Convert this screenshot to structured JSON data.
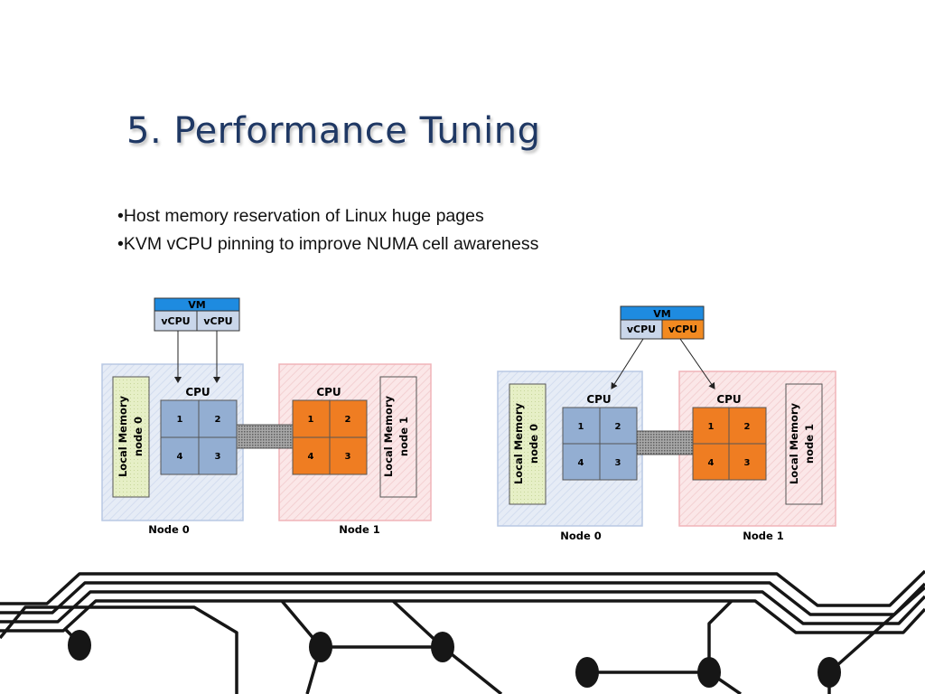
{
  "title": "5. Performance Tuning",
  "bullets": [
    "•Host memory reservation of Linux huge pages",
    "•KVM vCPU pinning to improve NUMA cell awareness"
  ],
  "diagram_left": {
    "vm_label": "VM",
    "vcpu_labels": [
      "vCPU",
      "vCPU"
    ],
    "cpu0_label": "CPU",
    "cpu1_label": "CPU",
    "cores0": [
      "1",
      "2",
      "4",
      "3"
    ],
    "cores1": [
      "1",
      "2",
      "4",
      "3"
    ],
    "mem0_line1": "Local Memory",
    "mem0_line2": "node 0",
    "mem1_line1": "Local Memory",
    "mem1_line2": "node 1",
    "node0_label": "Node 0",
    "node1_label": "Node 1"
  },
  "diagram_right": {
    "vm_label": "VM",
    "vcpu_labels": [
      "vCPU",
      "vCPU"
    ],
    "cpu0_label": "CPU",
    "cpu1_label": "CPU",
    "cores0": [
      "1",
      "2",
      "4",
      "3"
    ],
    "cores1": [
      "1",
      "2",
      "4",
      "3"
    ],
    "mem0_line1": "Local Memory",
    "mem0_line2": "node 0",
    "mem1_line1": "Local Memory",
    "mem1_line2": "node 1",
    "node0_label": "Node 0",
    "node1_label": "Node 1"
  },
  "colors": {
    "title": "#1f3864",
    "vm_header": "#1e8be0",
    "vcpu_plain": "#c9d6ea",
    "vcpu_pinned": "#f28a21",
    "cpu_blue": "#93aed2",
    "cpu_orange": "#ef7d22",
    "node0_bg": "#e6ecf6",
    "node1_bg": "#fbe5e6",
    "mem_bg": "#e4edc4"
  }
}
